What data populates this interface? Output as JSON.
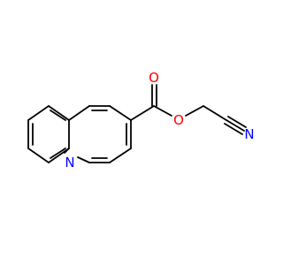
{
  "structure": {
    "atoms": [
      {
        "id": "n1",
        "symbol": "N",
        "label": "N"
      },
      {
        "id": "o1",
        "symbol": "O",
        "label": "O"
      },
      {
        "id": "o2",
        "symbol": "O",
        "label": "O"
      },
      {
        "id": "n2",
        "symbol": "N",
        "label": "N"
      }
    ]
  },
  "colors": {
    "bond": "#000000",
    "nitrogen": "#0000ff",
    "oxygen": "#ff0000",
    "background": "#ffffff"
  }
}
